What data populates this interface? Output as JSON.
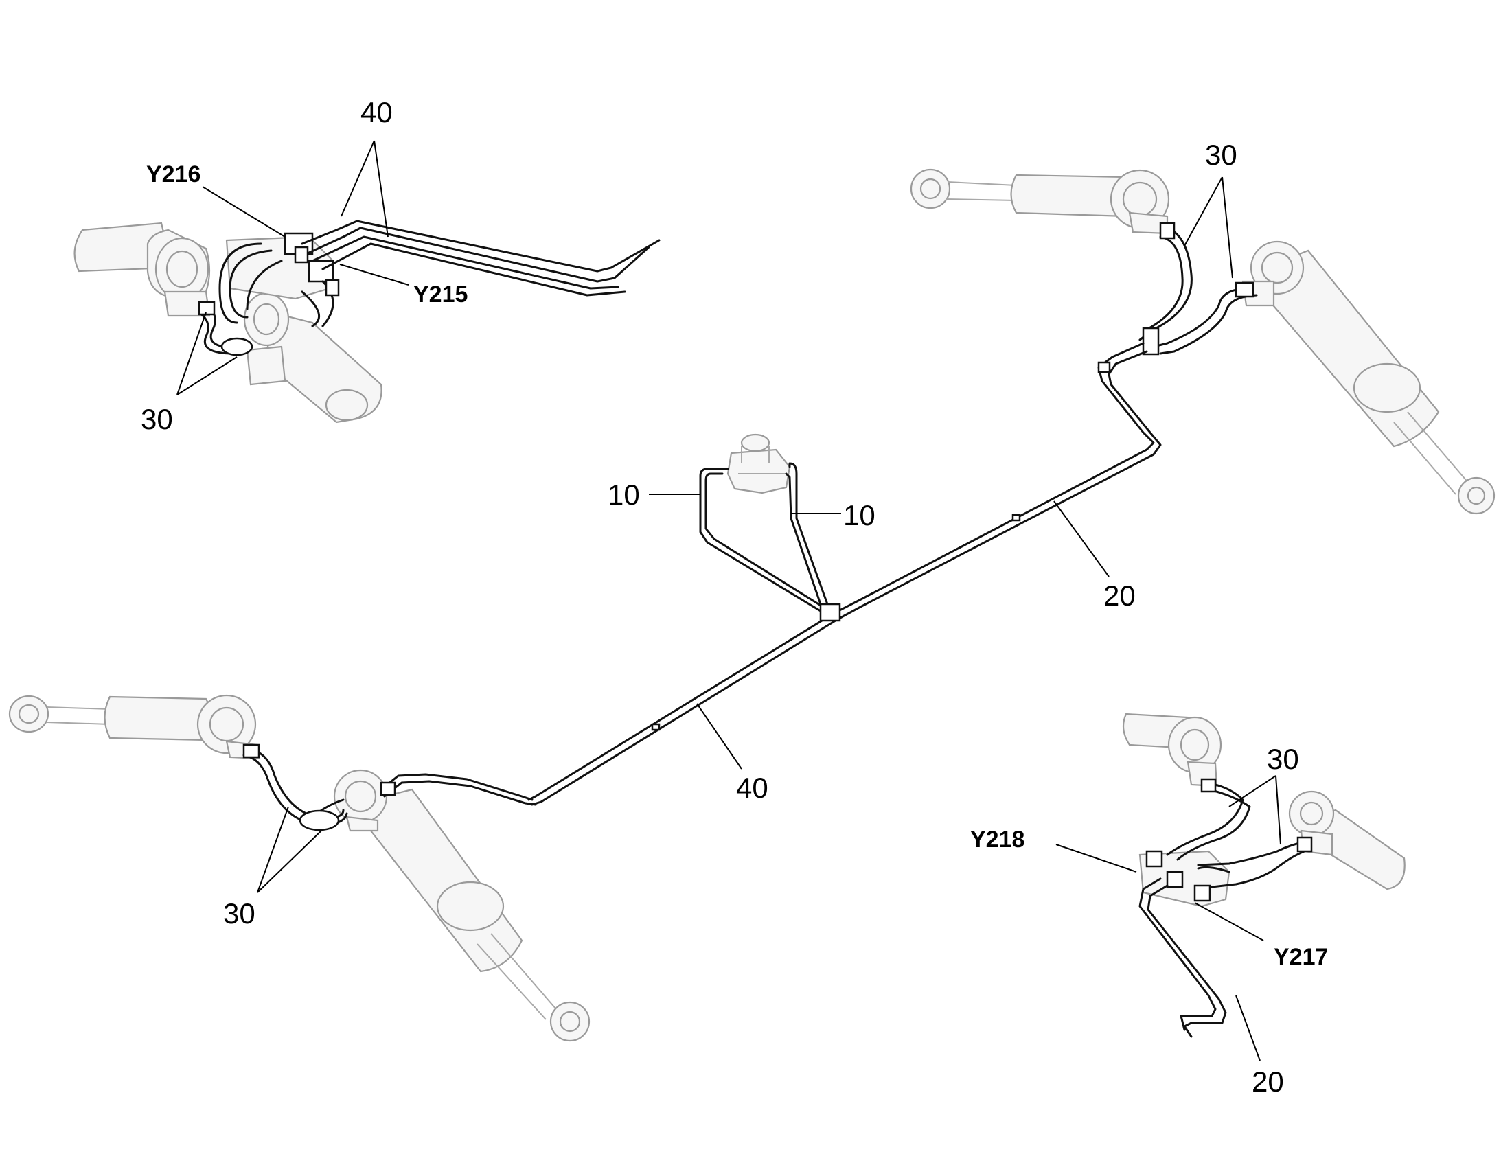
{
  "labels": {
    "top_left_40": "40",
    "y216": "Y216",
    "y215": "Y215",
    "top_left_30": "30",
    "top_right_30": "30",
    "center_10_left": "10",
    "center_10_right": "10",
    "right_20": "20",
    "center_40": "40",
    "bottom_left_30": "30",
    "bottom_right_30": "30",
    "y218": "Y218",
    "y217": "Y217",
    "bottom_right_20": "20"
  }
}
